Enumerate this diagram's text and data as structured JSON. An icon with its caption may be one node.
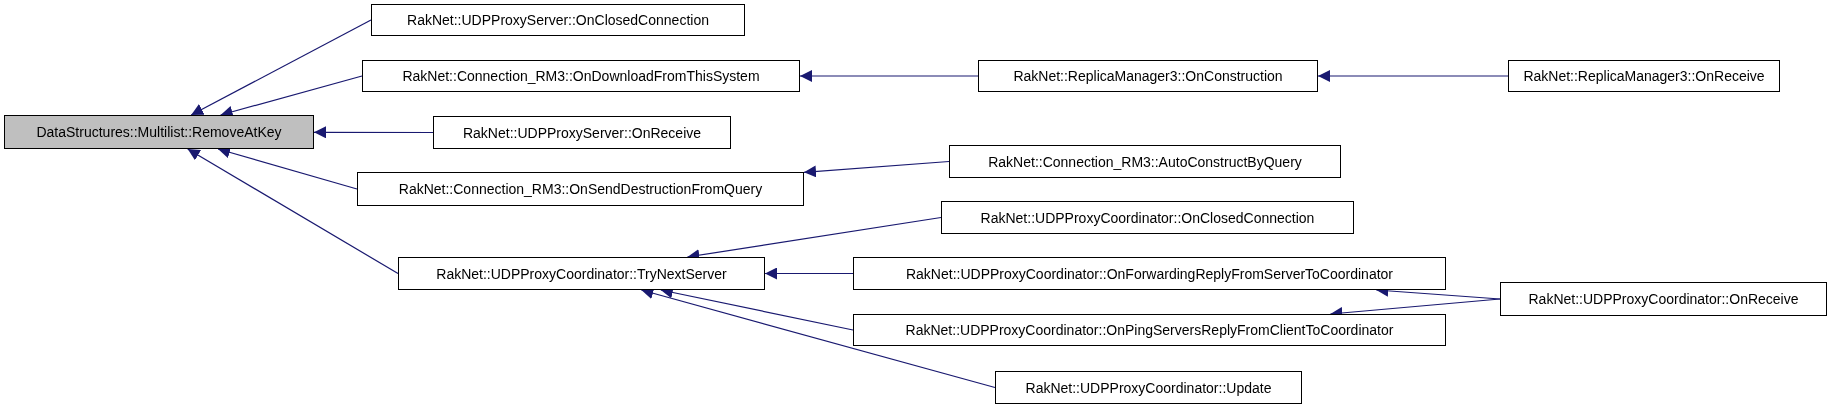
{
  "diagram": {
    "nodes": [
      {
        "text": [
          "DataStructures::Multilist::RemoveAtKey"
        ]
      },
      {
        "text": [
          "RakNet::UDPProxyServer::OnClosedConnection"
        ]
      },
      {
        "text": [
          "RakNet::Connection_RM3::OnDownloadFromThisSystem"
        ]
      },
      {
        "text": [
          "RakNet::ReplicaManager3::OnConstruction"
        ]
      },
      {
        "text": [
          "RakNet::ReplicaManager3::OnReceive"
        ]
      },
      {
        "text": [
          "RakNet::UDPProxyServer::OnReceive"
        ]
      },
      {
        "text": [
          "RakNet::Connection_RM3::OnSendDestructionFromQuery"
        ]
      },
      {
        "text": [
          "RakNet::Connection_RM3::AutoConstructByQuery"
        ]
      },
      {
        "text": [
          "RakNet::UDPProxyCoordinator::OnClosedConnection"
        ]
      },
      {
        "text": [
          "RakNet::UDPProxyCoordinator::TryNextServer"
        ]
      },
      {
        "text": [
          "RakNet::UDPProxyCoordinator::OnForwardingReplyFromServerToCoordinator"
        ]
      },
      {
        "text": [
          "RakNet::UDPProxyCoordinator::OnReceive"
        ]
      },
      {
        "text": [
          "RakNet::UDPProxyCoordinator::OnPingServersReplyFromClientToCoordinator"
        ]
      },
      {
        "text": [
          "RakNet::UDPProxyCoordinator::Update"
        ]
      }
    ],
    "edges": [
      {
        "from": 1,
        "to": 0,
        "arrow": "to"
      },
      {
        "from": 2,
        "to": 0,
        "arrow": "to"
      },
      {
        "from": 3,
        "to": 2,
        "arrow": "to"
      },
      {
        "from": 4,
        "to": 3,
        "arrow": "to"
      },
      {
        "from": 5,
        "to": 0,
        "arrow": "to"
      },
      {
        "from": 6,
        "to": 0,
        "arrow": "to"
      },
      {
        "from": 7,
        "to": 6,
        "arrow": "to"
      },
      {
        "from": 9,
        "to": 0,
        "arrow": "to"
      },
      {
        "from": 8,
        "to": 9,
        "arrow": "to"
      },
      {
        "from": 10,
        "to": 9,
        "arrow": "to"
      },
      {
        "from": 12,
        "to": 9,
        "arrow": "to"
      },
      {
        "from": 13,
        "to": 9,
        "arrow": "to"
      },
      {
        "from": 11,
        "to": 10,
        "arrow": "to"
      },
      {
        "from": 11,
        "to": 12,
        "arrow": "to"
      }
    ]
  }
}
